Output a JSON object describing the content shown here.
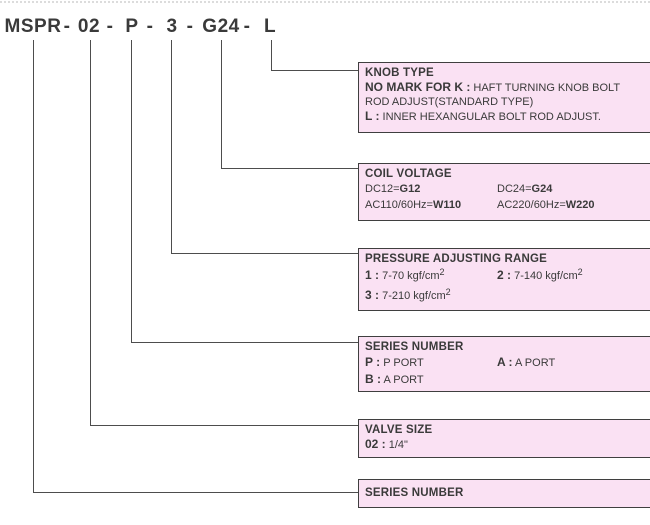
{
  "colors": {
    "box_fill": "#fae1f3",
    "box_border": "#3f3f3f",
    "connector_line": "#4d4d4d",
    "text": "#3a3a3a"
  },
  "model_code": {
    "full": "MSPR - 02 - P - 3 - G24 - L",
    "separator": "-",
    "segments": [
      "MSPR",
      "02",
      "P",
      "3",
      "G24",
      "L"
    ]
  },
  "boxes": [
    {
      "title": "KNOB TYPE",
      "lines": [
        {
          "label": "NO MARK FOR K :",
          "text": "HAFT TURNING KNOB BOLT ROD ADJUST(STANDARD TYPE)"
        },
        {
          "label": "L :",
          "text": "INNER HEXANGULAR BOLT ROD ADJUST."
        }
      ]
    },
    {
      "title": "COIL VOLTAGE",
      "entries": [
        {
          "prefix": "DC12=",
          "code": "G12"
        },
        {
          "prefix": "DC24=",
          "code": "G24"
        },
        {
          "prefix": "AC110/60Hz=",
          "code": "W110"
        },
        {
          "prefix": "AC220/60Hz=",
          "code": "W220"
        }
      ]
    },
    {
      "title": "PRESSURE ADJUSTING RANGE",
      "entries": [
        {
          "label": "1 :",
          "value": "7-70 kgf/cm",
          "sup": "2"
        },
        {
          "label": "2 :",
          "value": "7-140 kgf/cm",
          "sup": "2"
        },
        {
          "label": "3 :",
          "value": "7-210 kgf/cm",
          "sup": "2"
        }
      ]
    },
    {
      "title": "SERIES NUMBER",
      "entries": [
        {
          "label": "P :",
          "value": "P PORT"
        },
        {
          "label": "A :",
          "value": "A PORT"
        },
        {
          "label": "B :",
          "value": "A PORT"
        }
      ]
    },
    {
      "title": "VALVE SIZE",
      "entries": [
        {
          "label": "02 :",
          "value": "1/4\""
        }
      ]
    },
    {
      "title": "SERIES NUMBER"
    }
  ]
}
